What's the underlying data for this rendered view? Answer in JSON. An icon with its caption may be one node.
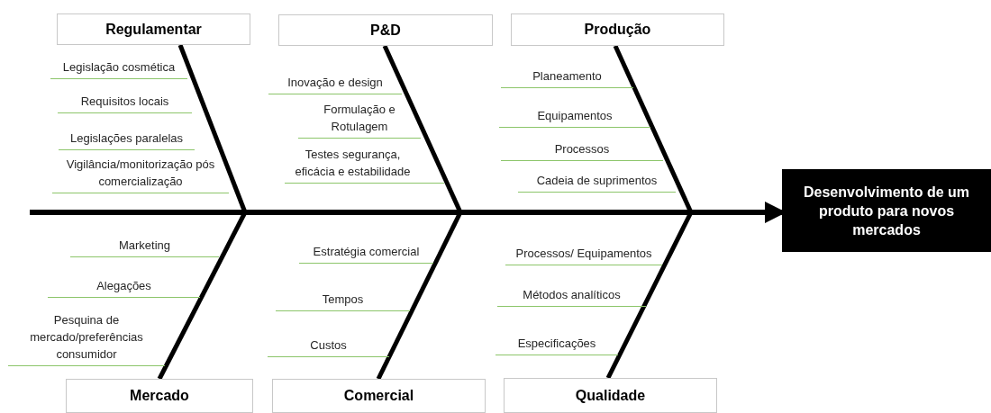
{
  "diagram": {
    "nodes": [
      {
        "text": [
          "Regulamentar"
        ]
      },
      {
        "text": [
          "P&D"
        ]
      },
      {
        "text": [
          "Produção"
        ]
      },
      {
        "text": [
          "Mercado"
        ]
      },
      {
        "text": [
          "Comercial"
        ]
      },
      {
        "text": [
          "Qualidade"
        ]
      },
      {
        "text": [
          "Desenvolvimento de um produto para novos mercados"
        ]
      }
    ],
    "edges": [
      {
        "from": 0,
        "to": null,
        "arrow": "none"
      },
      {
        "from": 1,
        "to": null,
        "arrow": "none"
      },
      {
        "from": 2,
        "to": null,
        "arrow": "none"
      },
      {
        "from": 3,
        "to": null,
        "arrow": "none"
      },
      {
        "from": 4,
        "to": null,
        "arrow": "none"
      },
      {
        "from": 5,
        "to": null,
        "arrow": "none"
      },
      {
        "from": null,
        "to": 6,
        "arrow": "to"
      }
    ],
    "labels": [
      "Legislação cosmética",
      "Requisitos locais",
      "Legislações paralelas",
      "Vigilância/monitorização pós comercialização",
      "Inovação e design",
      "Formulação e Rotulagem",
      "Testes segurança, eficácia e estabilidade",
      "Planeamento",
      "Equipamentos",
      "Processos",
      "Cadeia de suprimentos",
      "Marketing",
      "Alegações",
      "Pesquina de mercado/preferências consumidor",
      "Estratégia comercial",
      "Tempos",
      "Custos",
      "Processos/ Equipamentos",
      "Métodos analíticos",
      "Especificações"
    ]
  }
}
